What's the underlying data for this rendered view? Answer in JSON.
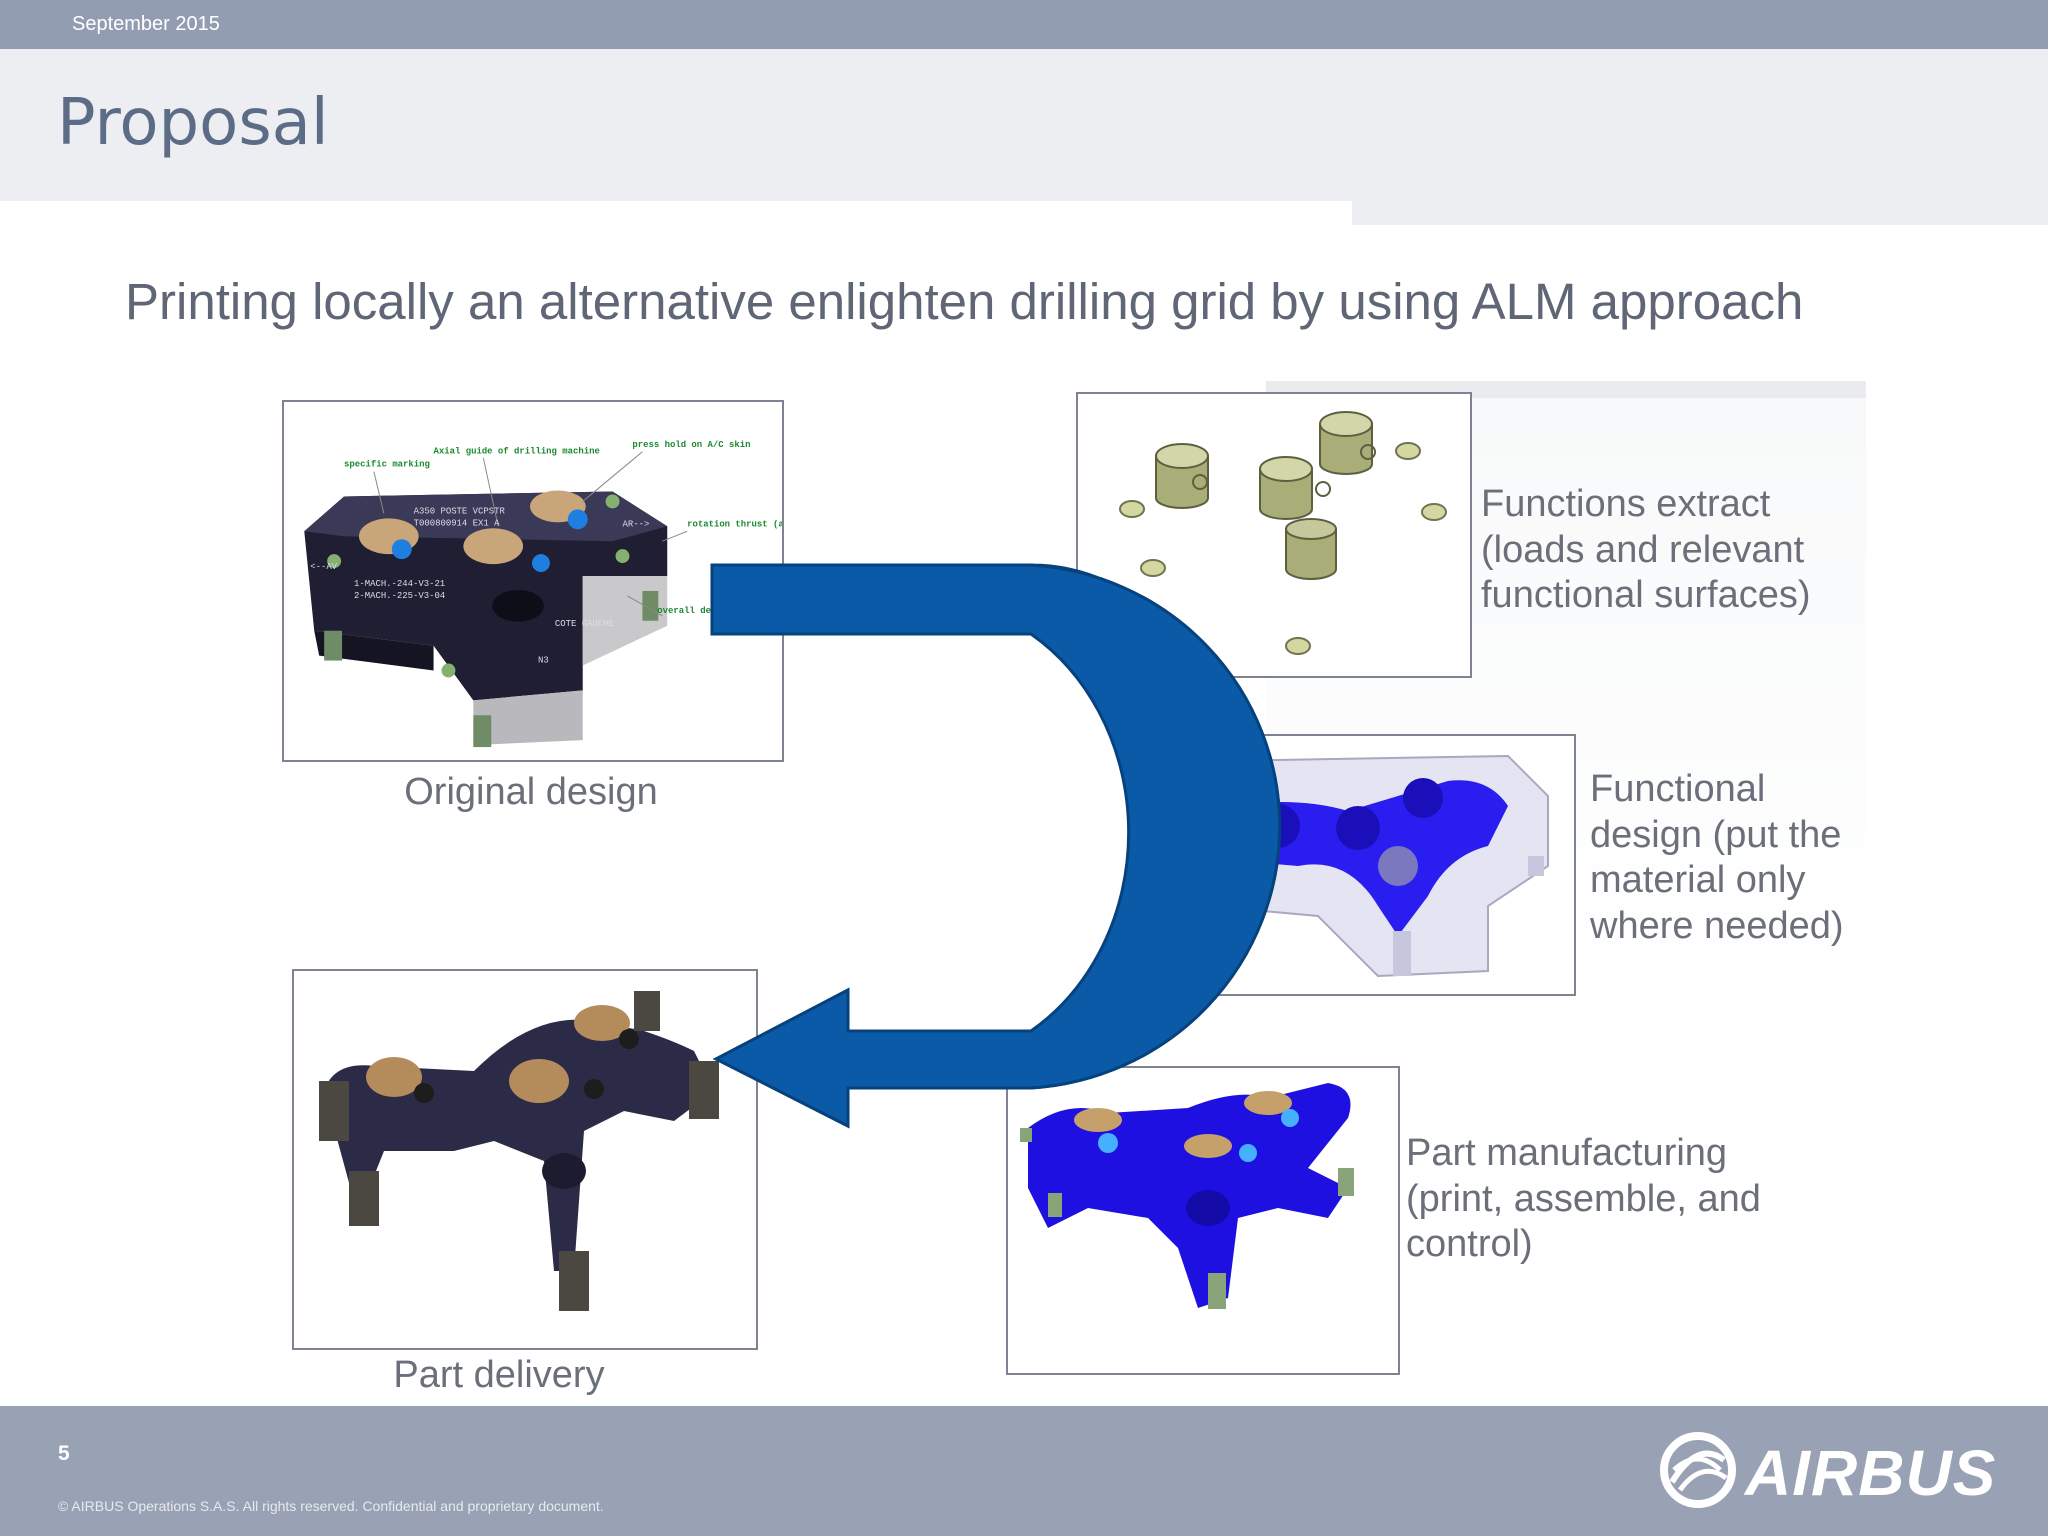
{
  "header": {
    "date": "September 2015"
  },
  "title": "Proposal",
  "subtitle": "Printing locally an alternative enlighten drilling grid by using ALM approach",
  "original": {
    "caption": "Original design",
    "annotations": {
      "specific_marking": "specific marking",
      "axial_guide": "Axial guide of drilling machine",
      "press_hold": "press hold on A/C skin",
      "rotation_thrust": "rotation thrust (axial and radial)",
      "overall_design": "overall design",
      "engraving_line1": "A350 POSTE VCPSTR",
      "engraving_line2": "T000800914 EX1 A",
      "engraving_av": "<--AV",
      "engraving_ar": "AR-->",
      "engraving_mach1": "1-MACH.-244-V3-21",
      "engraving_mach2": "2-MACH.-225-V3-04",
      "engraving_cote": "COTE GAUCHE",
      "engraving_n3": "N3"
    }
  },
  "steps": [
    {
      "caption": "Functions extract (loads and relevant functional surfaces)"
    },
    {
      "caption": "Functional design (put the material only where needed)"
    },
    {
      "caption": "Part manufacturing (print, assemble, and control)"
    }
  ],
  "delivery": {
    "caption": "Part delivery"
  },
  "footer": {
    "page_number": "5",
    "copyright": "© AIRBUS Operations S.A.S. All rights reserved. Confidential and proprietary document.",
    "logo_text": "AIRBUS"
  },
  "colors": {
    "arrow": "#0b5aa8",
    "part_blue": "#1a12e0",
    "part_dark": "#3b3a55",
    "header_bar": "#929db1",
    "footer_bar": "#99a2b4"
  }
}
